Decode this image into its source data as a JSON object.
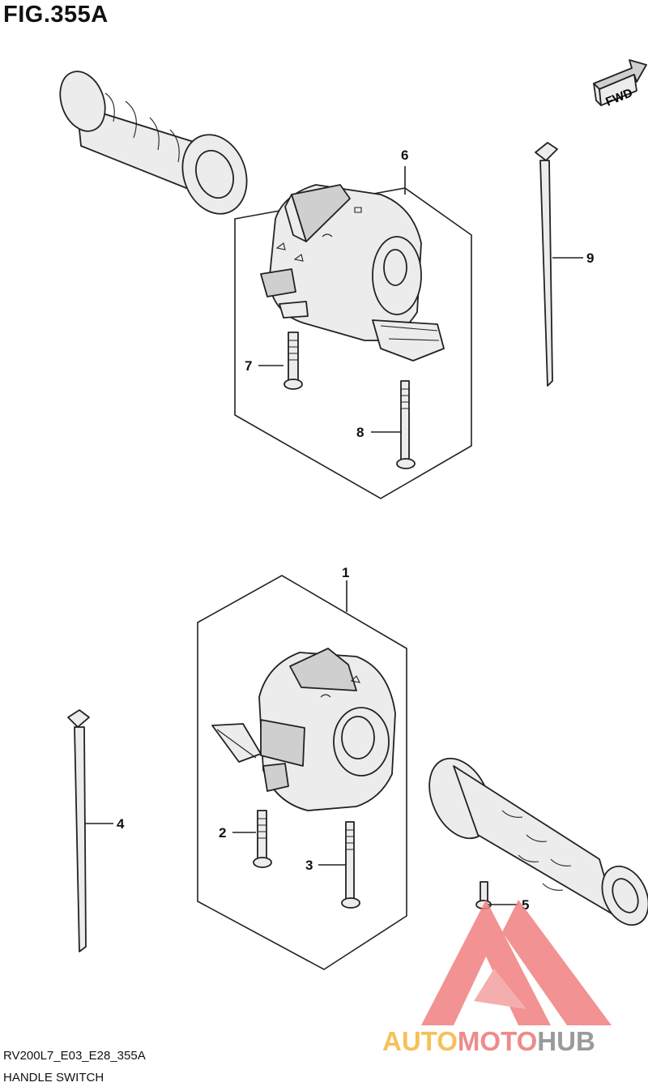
{
  "figure": {
    "title": "FIG.355A",
    "fwd_label": "FWD",
    "diagram_code": "RV200L7_E03_E28_355A",
    "group_name": "HANDLE SWITCH"
  },
  "callouts": {
    "c1": "1",
    "c2": "2",
    "c3": "3",
    "c4": "4",
    "c5": "5",
    "c6": "6",
    "c7": "7",
    "c8": "8",
    "c9": "9"
  },
  "watermark": {
    "word_auto": "AUTO",
    "word_moto": "MOTO",
    "word_hub": "HUB",
    "color_auto": "#f5c15a",
    "color_moto": "#f08a8a",
    "color_hub": "#9a9a9a",
    "logo_color": "#f08080"
  }
}
